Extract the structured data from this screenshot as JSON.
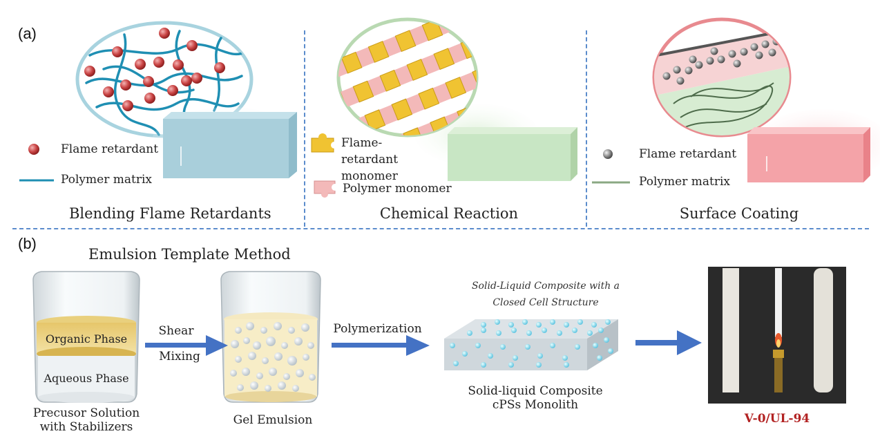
{
  "panel_a": {
    "label": "(a)",
    "sections": [
      {
        "caption": "Blending Flame Retardants",
        "legend": [
          {
            "icon": "red-sphere-icon",
            "text": "Flame retardant"
          },
          {
            "icon": "blue-line-icon",
            "text": "Polymer matrix"
          }
        ],
        "block_color": "#a9cfdb"
      },
      {
        "caption": "Chemical Reaction",
        "legend": [
          {
            "icon": "yellow-puzzle-icon",
            "text": "Flame-retardant monomer"
          },
          {
            "icon": "pink-puzzle-icon",
            "text": "Polymer monomer"
          }
        ],
        "block_color": "#c8e6c4"
      },
      {
        "caption": "Surface Coating",
        "legend": [
          {
            "icon": "gray-sphere-icon",
            "text": "Flame retardant"
          },
          {
            "icon": "green-line-icon",
            "text": "Polymer matrix"
          }
        ],
        "block_color": "#f4a3a8"
      }
    ]
  },
  "panel_b": {
    "label": "(b)",
    "title": "Emulsion Template Method",
    "beaker1": {
      "top_text": "Organic Phase",
      "bottom_text": "Aqueous Phase",
      "caption_line1": "Precusor Solution",
      "caption_line2": "with Stabilizers"
    },
    "arrow1": {
      "line1": "Shear",
      "line2": "Mixing"
    },
    "beaker2": {
      "caption": "Gel Emulsion"
    },
    "arrow2": {
      "label": "Polymerization"
    },
    "composite": {
      "top_line1": "Solid-Liquid Composite with a",
      "top_line2": "Closed Cell Structure",
      "bottom_line1": "Solid-liquid Composite",
      "bottom_line2": "cPSs Monolith"
    },
    "photo": {
      "caption": "V-0/UL-94",
      "caption_color": "#b22222"
    }
  },
  "colors": {
    "arrow": "#4472c4",
    "divider": "#5b8ccc",
    "fiber_blue": "#1f8fb3",
    "red_sphere": "#c94444"
  }
}
